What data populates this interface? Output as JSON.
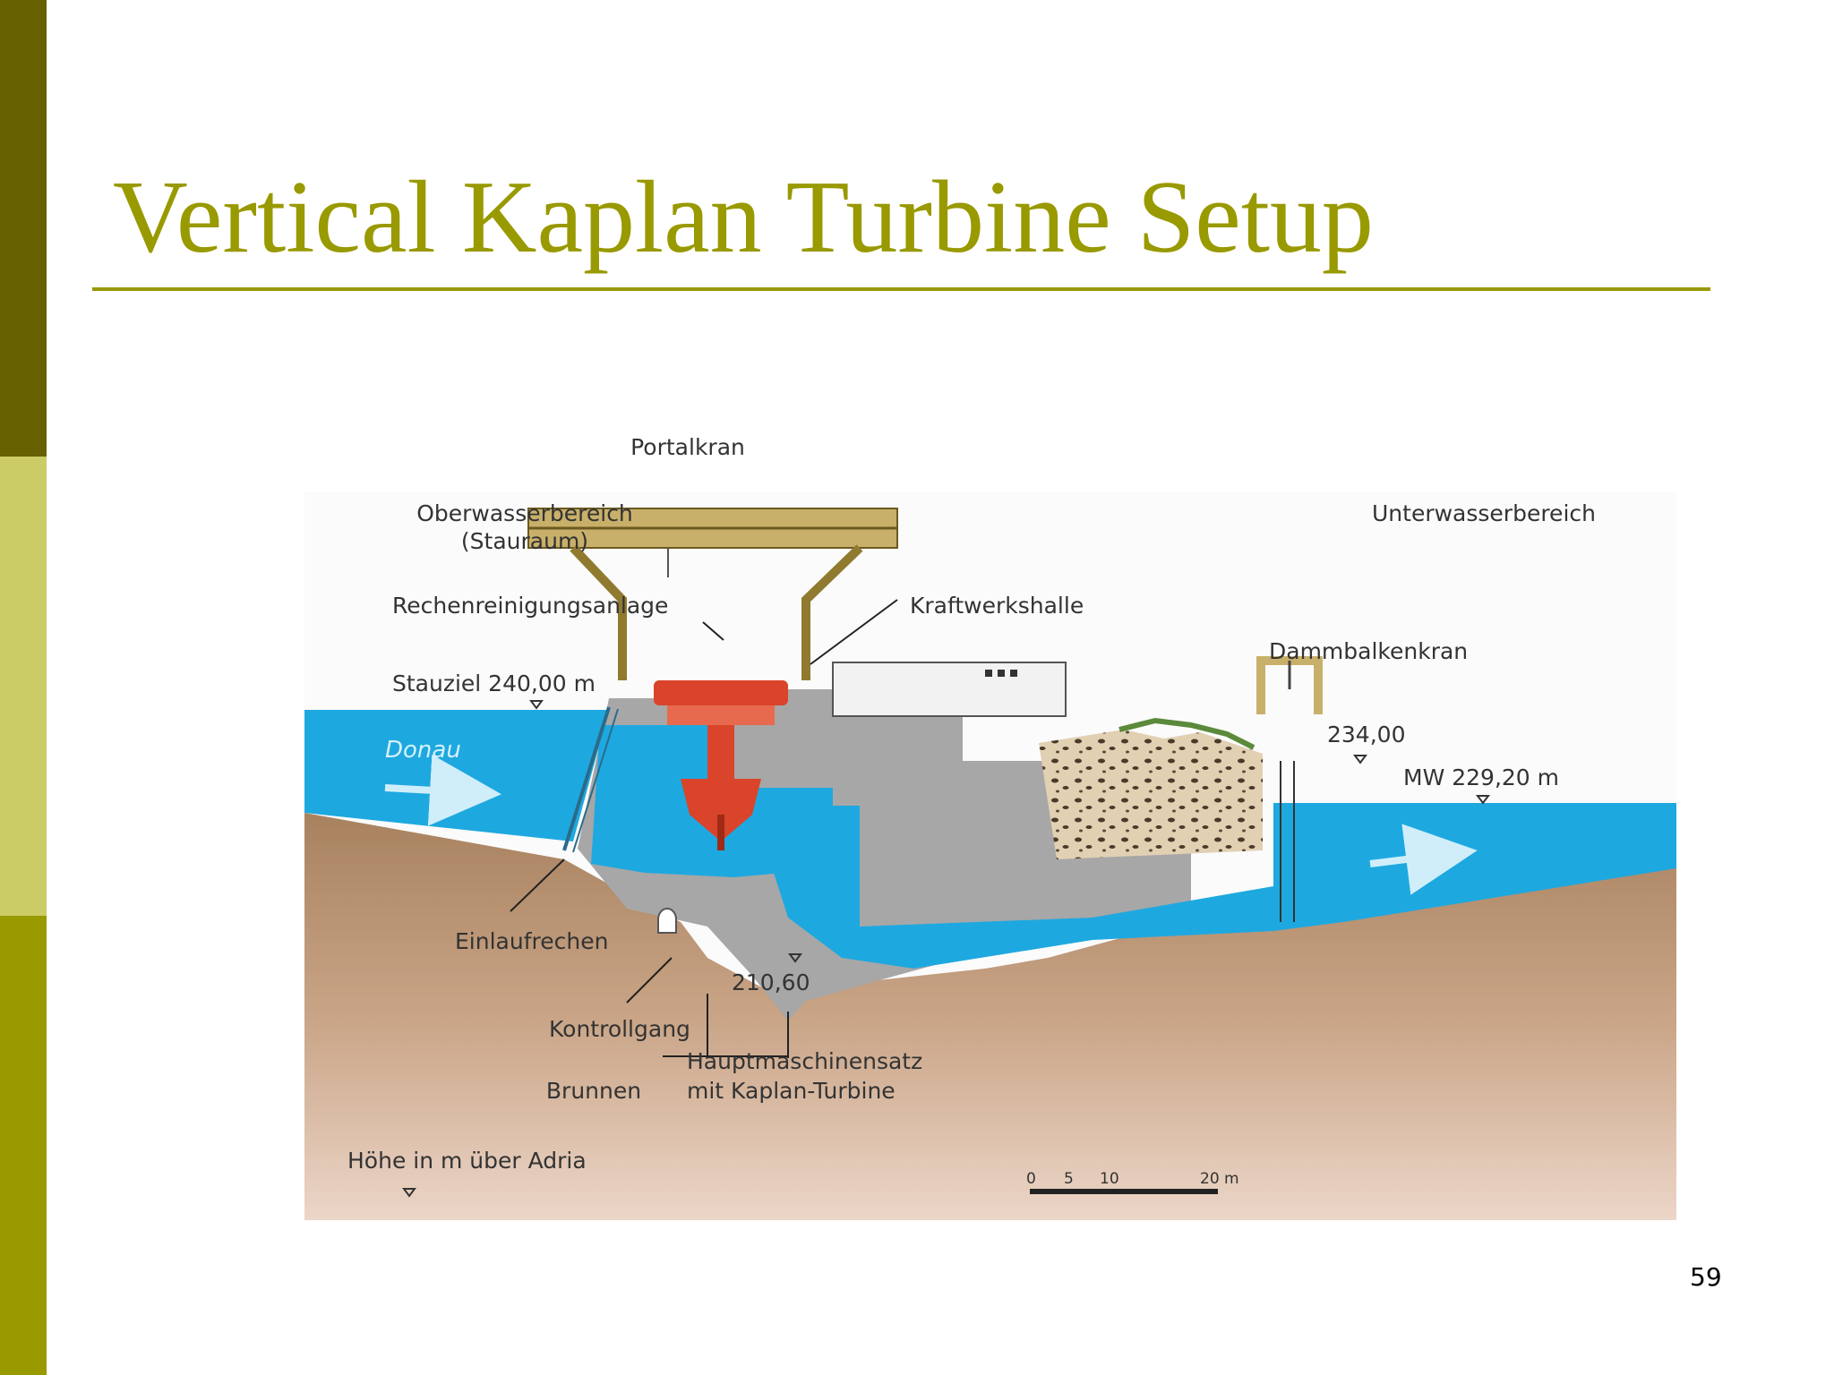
{
  "slide": {
    "title": "Vertical Kaplan Turbine Setup",
    "page_number": "59",
    "colors": {
      "sidebar_dark": "#666000",
      "sidebar_light": "#cccc66",
      "sidebar_mid": "#999900",
      "title": "#999900"
    }
  },
  "diagram": {
    "labels": {
      "portalkran": "Portalkran",
      "oberwasser": "Oberwasserbereich",
      "stauraum": "(Stauraum)",
      "unterwasser": "Unterwasserbereich",
      "rechenreinigung": "Rechenreinigungsanlage",
      "kraftwerkshalle": "Kraftwerkshalle",
      "dammbalkenkran": "Dammbalkenkran",
      "stauziel": "Stauziel 240,00 m",
      "donau": "Donau",
      "level_234": "234,00",
      "mw": "MW 229,20 m",
      "einlaufrechen": "Einlaufrechen",
      "kontrollgang": "Kontrollgang",
      "level_210": "210,60",
      "hauptmaschinensatz": "Hauptmaschinensatz",
      "kaplan": "mit Kaplan-Turbine",
      "brunnen": "Brunnen",
      "hoehe": "Höhe in m über Adria"
    },
    "scale": {
      "ticks": [
        "0",
        "5",
        "10",
        "20 m"
      ]
    },
    "colors": {
      "water": "#1ea8e0",
      "concrete": "#a7a7a7",
      "ground": "#b38f6d",
      "turbine": "#d9442a",
      "crane": "#c9b06a"
    }
  }
}
